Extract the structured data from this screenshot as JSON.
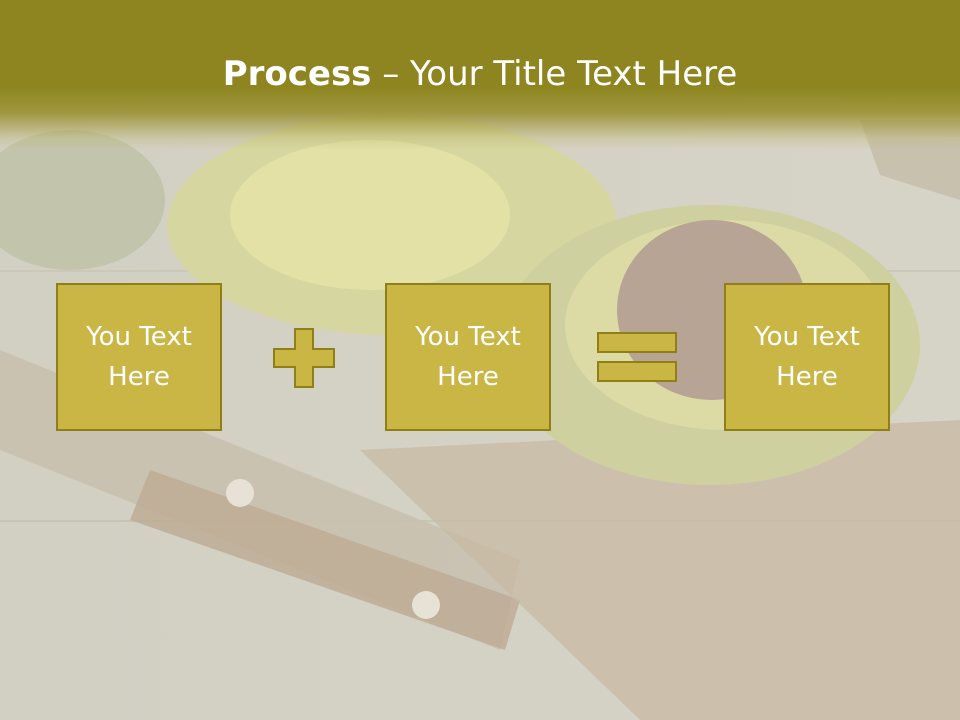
{
  "title": {
    "bold": "Process",
    "rest": " – Your Title Text Here"
  },
  "boxes": [
    {
      "text": "You Text Here"
    },
    {
      "text": "You Text Here"
    },
    {
      "text": "You Text Here"
    }
  ],
  "operators": {
    "plus": "plus-icon",
    "equals": "equals-icon"
  },
  "colors": {
    "title_band": "#8e8520",
    "box_fill": "#c9b645",
    "box_border": "#8f7f14",
    "text": "#ffffff"
  }
}
